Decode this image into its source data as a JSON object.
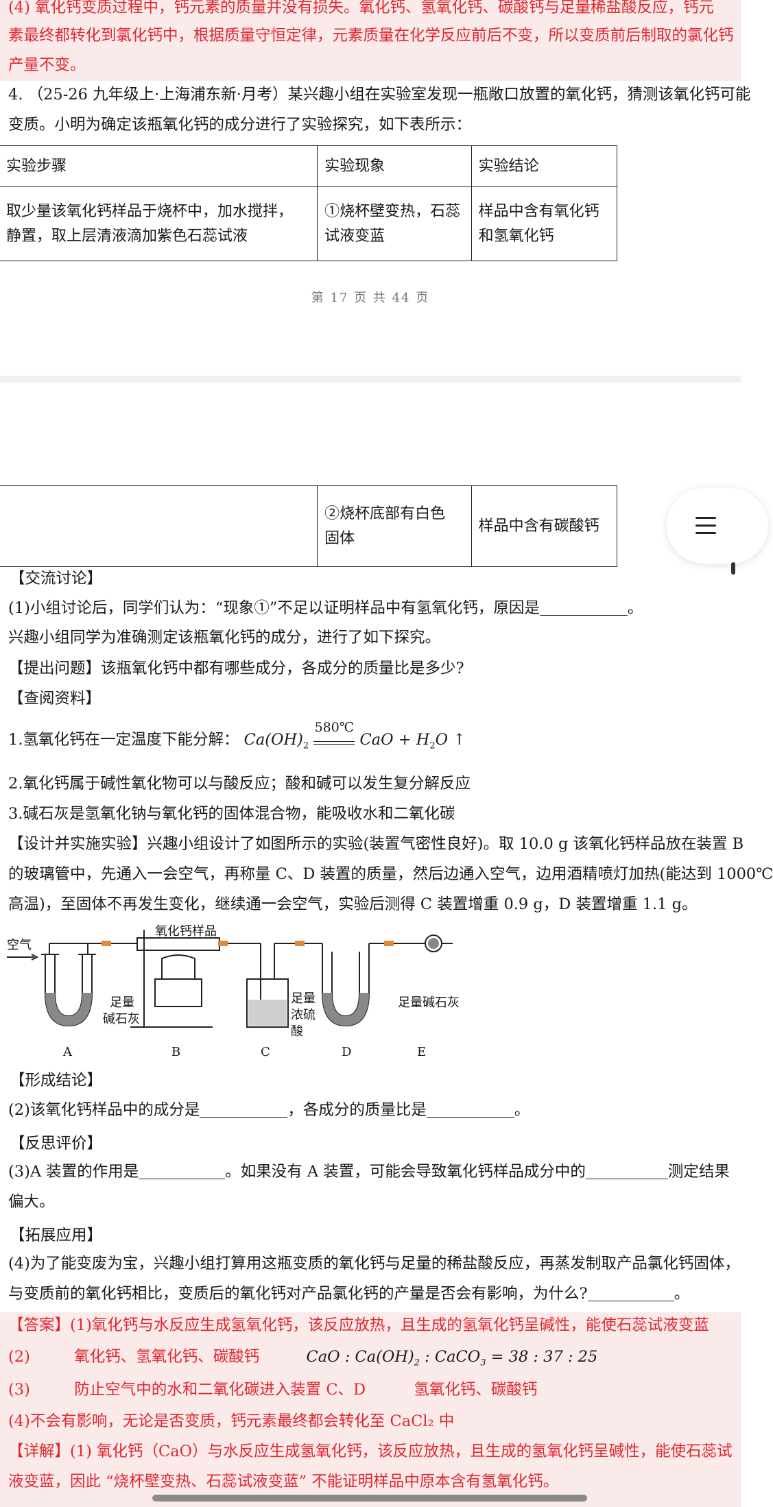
{
  "top_answer_tail": {
    "line1": "(4) 氧化钙变质过程中，钙元素的质量并没有损失。氧化钙、氢氧化钙、碳酸钙与足量稀盐酸反应，钙元",
    "line2": "素最终都转化到氯化钙中，根据质量守恒定律，元素质量在化学反应前后不变，所以变质前后制取的氯化钙",
    "line3": "产量不变。"
  },
  "question": {
    "line1": "4. （25-26 九年级上·上海浦东新·月考）某兴趣小组在实验室发现一瓶敞口放置的氧化钙，猜测该氧化钙可能",
    "line2": "变质。小明为确定该瓶氧化钙的成分进行了实验探究，如下表所示："
  },
  "table": {
    "headers": [
      "实验步骤",
      "实验现象",
      "实验结论"
    ],
    "row1": {
      "step_line1": "取少量该氧化钙样品于烧杯中，加水搅拌，",
      "step_line2": "静置，取上层清液滴加紫色石蕊试液",
      "phen_line1": "①烧杯壁变热，石蕊",
      "phen_line2": "试液变蓝",
      "concl_line1": "样品中含有氧化钙",
      "concl_line2": "和氢氧化钙"
    },
    "row2": {
      "phen_line1": "②烧杯底部有白色",
      "phen_line2": "固体",
      "concl": "样品中含有碳酸钙"
    }
  },
  "page_footer": "第 17 页 共 44 页",
  "discussion": {
    "heading": "【交流讨论】",
    "q1_prefix": "(1)小组讨论后，同学们认为：“现象①”不足以证明样品中有氢氧化钙，原因是",
    "q1_suffix": "。",
    "intro": "兴趣小组同学为准确测定该瓶氧化钙的成分，进行了如下探究。",
    "problem": "【提出问题】该瓶氧化钙中都有哪些成分，各成分的质量比是多少?",
    "info_heading": "【查阅资料】",
    "info1_prefix": "1.氢氧化钙在一定温度下能分解：",
    "info1_condition": "580℃",
    "info1_formula_left": "Ca(OH)",
    "info1_sub2": "2",
    "info1_formula_right": "CaO + H",
    "info1_formula_tail": "O ↑",
    "info2": "2.氧化钙属于碱性氧化物可以与酸反应；酸和碱可以发生复分解反应",
    "info3": "3.碱石灰是氢氧化钠与氧化钙的固体混合物，能吸收水和二氧化碳",
    "design_line1": "【设计并实施实验】兴趣小组设计了如图所示的实验(装置气密性良好)。取 10.0 g 该氧化钙样品放在装置 B",
    "design_line2": "的玻璃管中，先通入一会空气，再称量 C、D 装置的质量，然后边通入空气，边用酒精喷灯加热(能达到 1000℃",
    "design_line3": "高温)，至固体不再发生变化，继续通一会空气，实验后测得 C 装置增重 0.9 g，D 装置增重 1.1 g。"
  },
  "figure": {
    "air": "空气",
    "sample": "氧化钙样品",
    "a_label1": "足量",
    "a_label2": "碱石灰",
    "c_label1": "足量",
    "c_label2": "浓硫",
    "c_label3": "酸",
    "e_label": "足量碱石灰",
    "letters": [
      "A",
      "B",
      "C",
      "D",
      "E"
    ]
  },
  "conclusion": {
    "heading": "【形成结论】",
    "q2_prefix": "(2)该氧化钙样品中的成分是",
    "q2_mid": "，各成分的质量比是",
    "q2_suffix": "。",
    "reflect_heading": "【反思评价】",
    "q3_prefix": "(3)A 装置的作用是",
    "q3_mid": "。如果没有 A 装置，可能会导致氧化钙样品成分中的",
    "q3_suffix": "测定结果",
    "q3_line2": "偏大。",
    "extend_heading": "【拓展应用】",
    "q4_line1": "(4)为了能变废为宝，兴趣小组打算用这瓶变质的氧化钙与足量的稀盐酸反应，再蒸发制取产品氯化钙固体，",
    "q4_line2_prefix": "与变质前的氧化钙相比，变质后的氧化钙对产品氯化钙的产量是否会有影响，为什么?",
    "q4_line2_suffix": "。"
  },
  "answer": {
    "a1": "【答案】(1)氧化钙与水反应生成氢氧化钙，该反应放热，且生成的氢氧化钙呈碱性，能使石蕊试液变蓝",
    "a2_num": "(2)",
    "a2_text": "氧化钙、氢氧化钙、碳酸钙",
    "a2_formula_a": "CaO : Ca(OH)",
    "a2_formula_sub": "2",
    "a2_formula_b": " : CaCO",
    "a2_formula_sub3": "3",
    "a2_formula_c": " = 38 : 37 : 25",
    "a3_num": "(3)",
    "a3_text": "防止空气中的水和二氧化碳进入装置 C、D",
    "a3_text2": "氢氧化钙、碳酸钙",
    "a4": "(4)不会有影响，无论是否变质，钙元素最终都会转化至 CaCl₂ 中",
    "detail_line1": "【详解】(1) 氧化钙（CaO）与水反应生成氢氧化钙，该反应放热，且生成的氢氧化钙呈碱性，能使石蕊试",
    "detail_line2": "液变蓝，因此 “烧杯壁变热、石蕊试液变蓝” 不能证明样品中原本含有氢氧化钙。"
  },
  "colors": {
    "answer_red": "#e0272f",
    "answer_bg": "#fbeaea",
    "page_gap": "#f1f1f1"
  },
  "icons": [
    "menu-icon"
  ]
}
